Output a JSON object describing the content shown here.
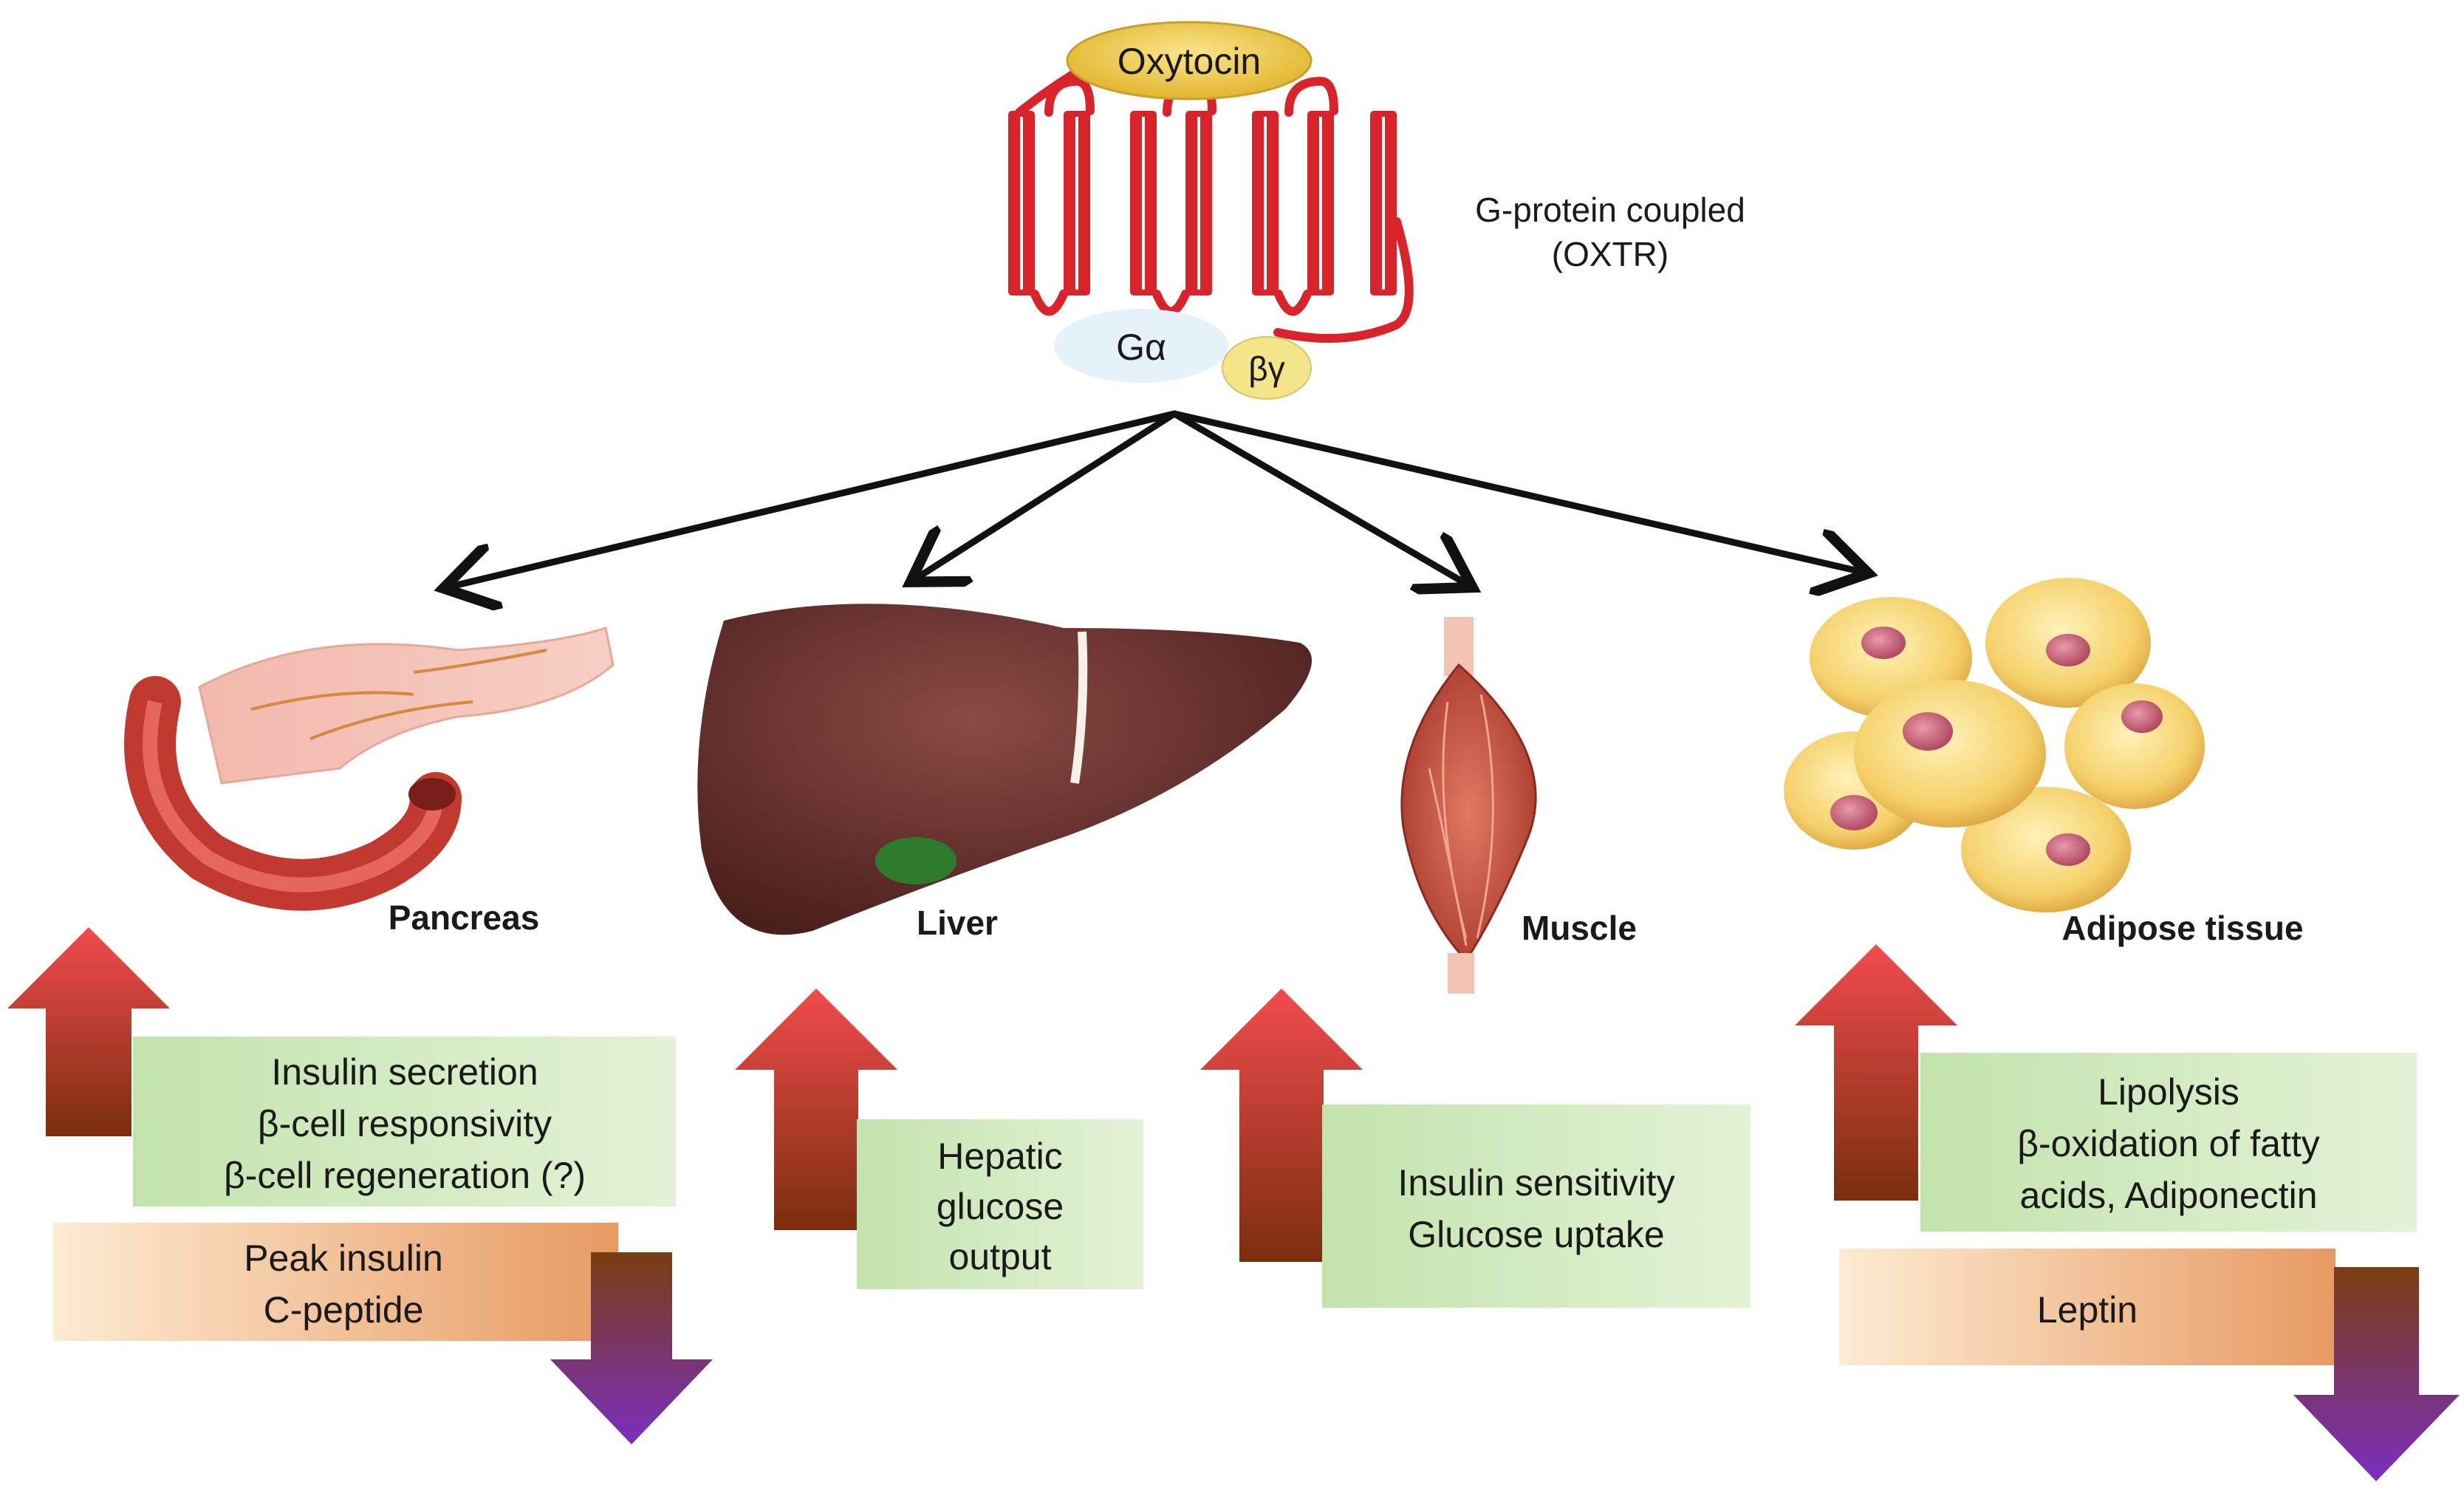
{
  "receptor": {
    "ligand": "Oxytocin",
    "name_line1": "G-protein coupled",
    "name_line2": "(OXTR)",
    "g_alpha": "Gα",
    "g_betagamma": "βγ"
  },
  "colors": {
    "ligand_fill": "#f2d35a",
    "receptor_red": "#d9232a",
    "g_alpha_fill": "#e6f2fa",
    "betagamma_fill": "#f5e58a",
    "up_arrow_top": "#f24b4b",
    "up_arrow_bottom": "#7a2e0e",
    "down_arrow_top": "#7a3d10",
    "down_arrow_bottom": "#7a2fbf",
    "up_box": "#cde8b9",
    "down_box_left": "#fbe5c8",
    "down_box_right": "#e9a06a"
  },
  "organs": {
    "pancreas": {
      "label": "Pancreas",
      "increase": [
        "Insulin secretion",
        "β-cell responsivity",
        "β-cell regeneration (?)"
      ],
      "decrease": [
        "Peak insulin",
        "C-peptide"
      ]
    },
    "liver": {
      "label": "Liver",
      "increase": [
        "Hepatic",
        "glucose",
        "output"
      ]
    },
    "muscle": {
      "label": "Muscle",
      "increase": [
        "Insulin sensitivity",
        "Glucose uptake"
      ]
    },
    "adipose": {
      "label": "Adipose tissue",
      "increase": [
        "Lipolysis",
        "β-oxidation of fatty",
        "acids, Adiponectin"
      ],
      "decrease": [
        "Leptin"
      ]
    }
  }
}
